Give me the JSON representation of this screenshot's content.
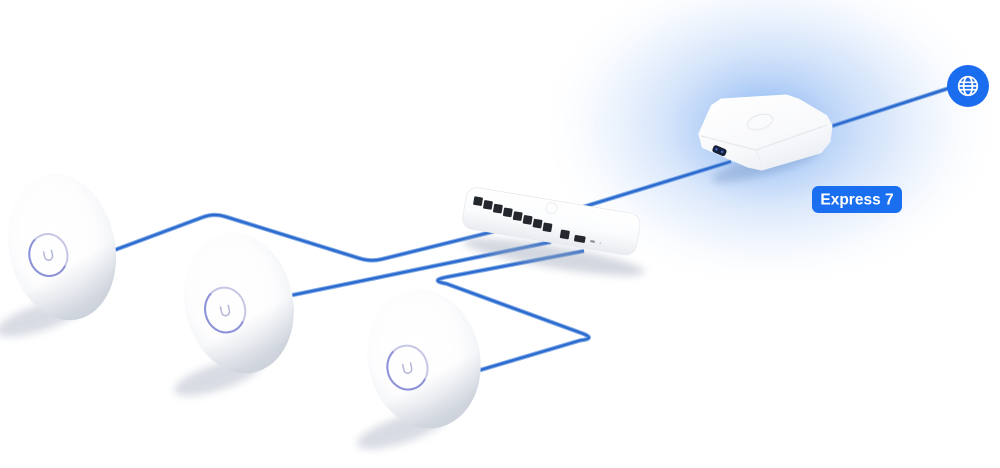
{
  "scene": {
    "type": "network-topology-illustration",
    "badge": {
      "label": "Express 7"
    },
    "nodes": [
      {
        "id": "access-point-1"
      },
      {
        "id": "access-point-2"
      },
      {
        "id": "access-point-3"
      },
      {
        "id": "poe-switch"
      },
      {
        "id": "gateway-express-7",
        "label": "Express 7"
      },
      {
        "id": "internet-globe"
      }
    ],
    "links": [
      [
        "access-point-1",
        "poe-switch"
      ],
      [
        "access-point-2",
        "poe-switch"
      ],
      [
        "access-point-3",
        "poe-switch"
      ],
      [
        "poe-switch",
        "gateway-express-7"
      ],
      [
        "gateway-express-7",
        "internet-globe"
      ]
    ],
    "colors": {
      "cable_blue": "#2b6ace",
      "cable_edge_blue": "#7fa9e6",
      "badge_blue": "#1a6ef0",
      "globe_blue": "#1b6df0",
      "glow_blue": "#9dc1f3",
      "device_white": "#ffffff",
      "port_dark": "#24272d",
      "ap_ring_lavender": "#8e92d8"
    },
    "icons": {
      "internet": "globe-icon",
      "ap_logo": "ubiquiti-u-icon"
    }
  }
}
